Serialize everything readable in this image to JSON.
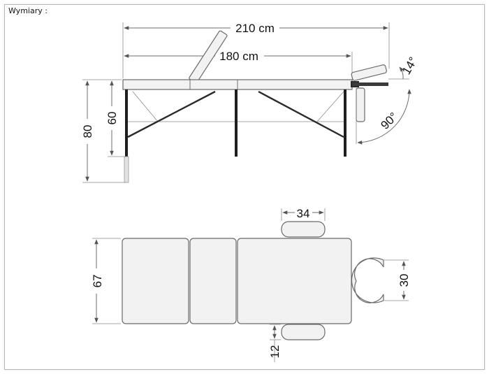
{
  "header": {
    "label": "Wymiary :"
  },
  "side_view": {
    "overall_length": "210 cm",
    "bed_length": "180 cm",
    "head_angle": "14°",
    "arm_angle": "90°",
    "total_height": "80",
    "leg_height": "60"
  },
  "top_view": {
    "width": "67",
    "headrest_width": "34",
    "face_cradle_width": "30",
    "armrest_depth": "12"
  }
}
